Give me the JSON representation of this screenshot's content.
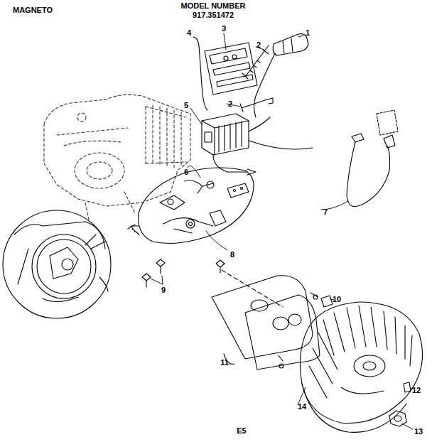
{
  "diagram": {
    "title": "MAGNETO",
    "labels": [
      "MODEL NUMBER",
      "917.351472",
      "1",
      "2",
      "2",
      "3",
      "4",
      "5",
      "6",
      "7",
      "8",
      "9",
      "10",
      "11",
      "12",
      "13",
      "14",
      "E5"
    ]
  }
}
